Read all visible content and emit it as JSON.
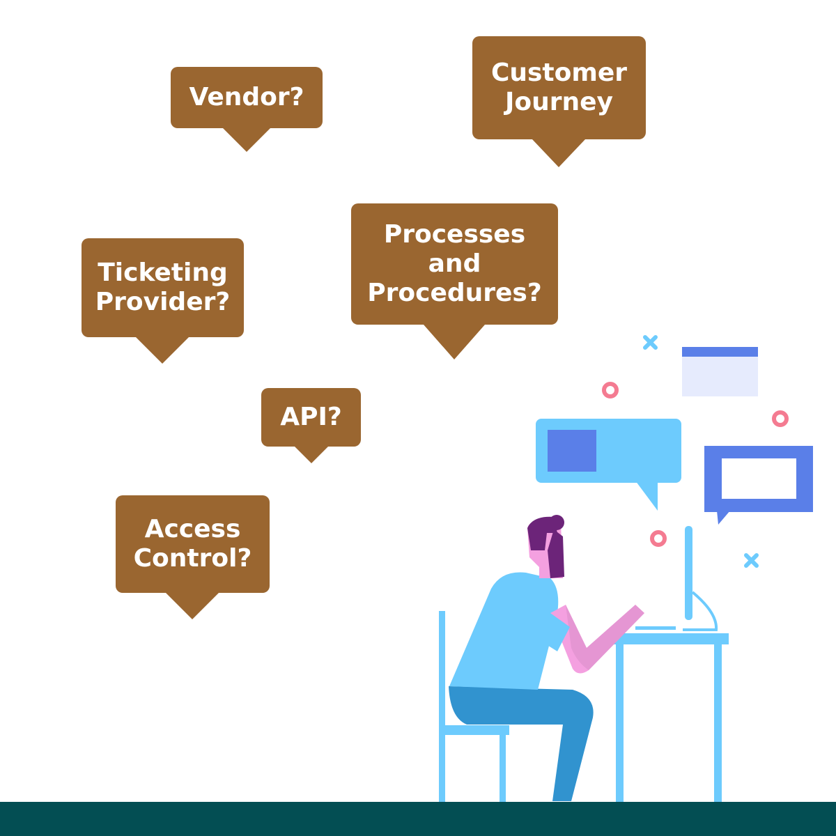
{
  "bubbles": {
    "vendor": [
      "Vendor?"
    ],
    "customer_journey": [
      "Customer",
      "Journey"
    ],
    "processes": [
      "Processes",
      "and",
      "Procedures?"
    ],
    "ticketing": [
      "Ticketing",
      "Provider?"
    ],
    "api": [
      "API?"
    ],
    "access_control": [
      "Access",
      "Control?"
    ]
  },
  "colors": {
    "bubble": "#9a6630",
    "footer": "#034e53",
    "light_blue": "#6dcbfd",
    "dark_blue": "#5a7fe8",
    "pink": "#f4a0e0",
    "hair": "#6c2479",
    "pants": "#3193cf",
    "ring": "#f47b91"
  }
}
